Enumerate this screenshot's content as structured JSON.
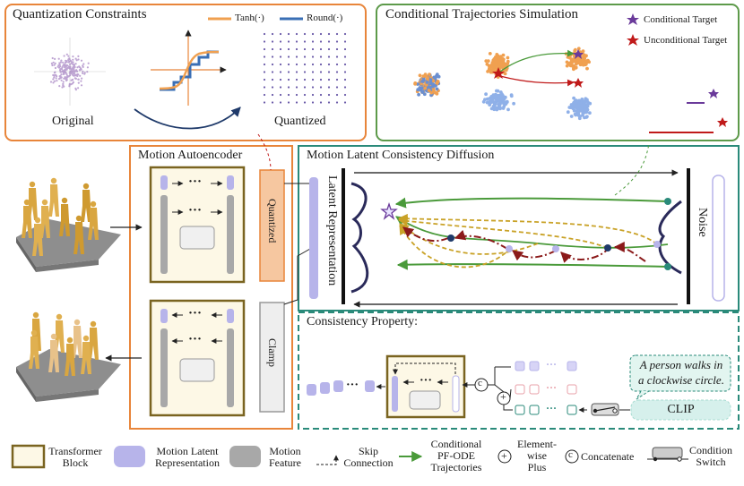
{
  "quant": {
    "title": "Quantization Constraints",
    "legend_tanh": "Tanh(·)",
    "legend_round": "Round(·)",
    "original": "Original",
    "quantized": "Quantized"
  },
  "cond": {
    "title": "Conditional Trajectories Simulation",
    "legend_cond": "Conditional Target",
    "legend_uncond": "Unconditional Target"
  },
  "ae": {
    "title": "Motion Autoencoder",
    "quantized_block": "Quantized",
    "clamp_block": "Clamp",
    "dots": "···"
  },
  "diff": {
    "title": "Motion Latent Consistency Diffusion",
    "latent": "Latent Representation",
    "noise": "Noise"
  },
  "consist": {
    "title": "Consistency Property:",
    "prompt_line1": "A person walks in",
    "prompt_line2": "a clockwise circle.",
    "clip": "CLIP",
    "concat_symbol": "c",
    "plus_symbol": "+",
    "dots": "···"
  },
  "legend": {
    "transformer_1": "Transformer",
    "transformer_2": "Block",
    "latent_1": "Motion Latent",
    "latent_2": "Representation",
    "feature_1": "Motion",
    "feature_2": "Feature",
    "skip_1": "Skip",
    "skip_2": "Connection",
    "pf_1": "Conditional",
    "pf_2": "PF-ODE",
    "pf_3": "Trajectories",
    "plus_1": "Element-",
    "plus_2": "wise",
    "plus_3": "Plus",
    "plus_symbol": "+",
    "concat": "Concatenate",
    "concat_symbol": "c",
    "switch_1": "Condition",
    "switch_2": "Switch"
  },
  "colors": {
    "orange_panel": "#e8853a",
    "green_panel": "#5d9a4a",
    "teal_panel": "#2a8a7a",
    "transformer_border": "#7a6420",
    "transformer_fill": "#fdf8e6",
    "latent": "#b7b4ea",
    "feature": "#a8a8a8",
    "tanh": "#f0a050",
    "round": "#3a6fb5",
    "cond_star": "#6a3a9a",
    "uncond_star": "#c01a1a",
    "pf_ode": "#4a9a3a",
    "dashed_gold": "#c9a227",
    "dashdot_red": "#8b1a1a"
  }
}
